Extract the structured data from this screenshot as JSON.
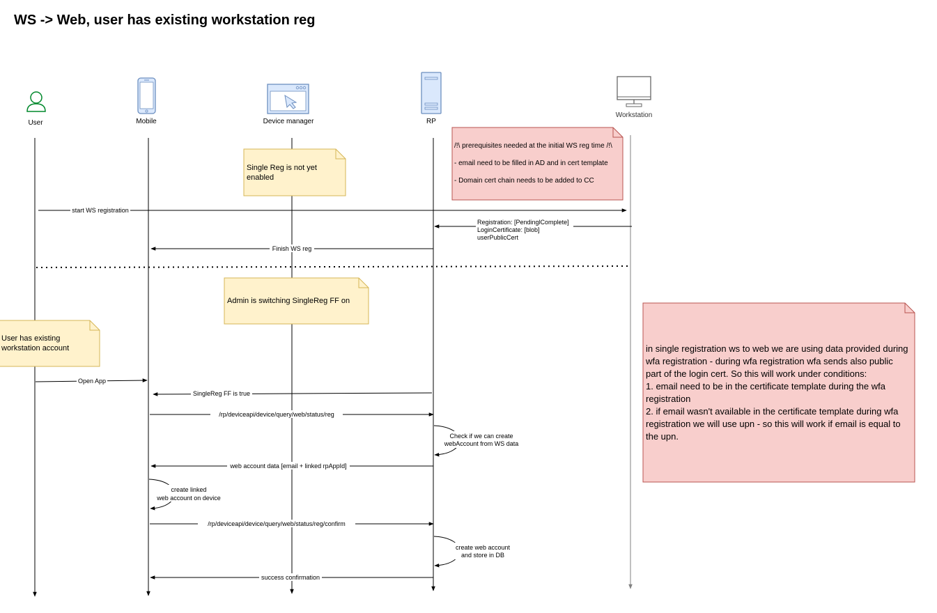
{
  "title": "WS -> Web, user has existing workstation reg",
  "actors": [
    {
      "id": "user",
      "label": "User",
      "icon": "person-icon"
    },
    {
      "id": "mobile",
      "label": "Mobile",
      "icon": "smartphone-icon"
    },
    {
      "id": "device_manager",
      "label": "Device manager",
      "icon": "browser-window-icon"
    },
    {
      "id": "rp",
      "label": "RP",
      "icon": "server-icon"
    },
    {
      "id": "workstation",
      "label": "Workstation",
      "icon": "desktop-monitor-icon"
    }
  ],
  "notes": {
    "single_reg_not_enabled": "Single Reg is not yet enabled",
    "prerequisites": [
      "/!\\ prerequisites needed at the initial WS reg time /!\\",
      "- email need to be filled in AD and in cert template",
      "- Domain cert chain needs to be added to CC"
    ],
    "admin_switching": "Admin is switching SingleReg FF on",
    "user_existing": "User has existing workstation account",
    "single_registration_conditions": [
      "in single registration ws to web we are using data provided during wfa registration - during wfa registration wfa sends also public part of the login cert. So this will work under conditions:",
      "1. email need to be in the certificate template during the wfa registration",
      "2. if email wasn't available in the certificate template during wfa registration we will use upn - so this will work if email is equal to the upn."
    ]
  },
  "messages": {
    "start_ws_registration": "start WS registration",
    "registration_response": [
      "Registration: [PendinglComplete]",
      "LoginCertificate: [blob]",
      "userPublicCert"
    ],
    "finish_ws_reg": "Finish WS reg",
    "open_app": "Open App",
    "singlereg_ff_true": "SingleReg FF is true",
    "status_reg": "/rp/deviceapi/device/query/web/status/reg",
    "check_create": [
      "Check if we can create",
      "webAccount from WS data"
    ],
    "web_account_data": "web account data [email + linked rpAppId]",
    "create_linked": [
      "create linked",
      "web account on device"
    ],
    "status_reg_confirm": "/rp/deviceapi/device/query/web/status/reg/confirm",
    "create_web_account": [
      "create web account",
      "and store in DB"
    ],
    "success_confirmation": "success confirmation"
  },
  "colors": {
    "note_yellow_fill": "#fff2cc",
    "note_yellow_stroke": "#d6b656",
    "note_red_fill": "#f8cecc",
    "note_red_stroke": "#b85450",
    "user_icon": "#00882b",
    "device_icon": "#6c8ebf",
    "device_fill": "#dae8fc",
    "workstation_icon": "#666666"
  }
}
